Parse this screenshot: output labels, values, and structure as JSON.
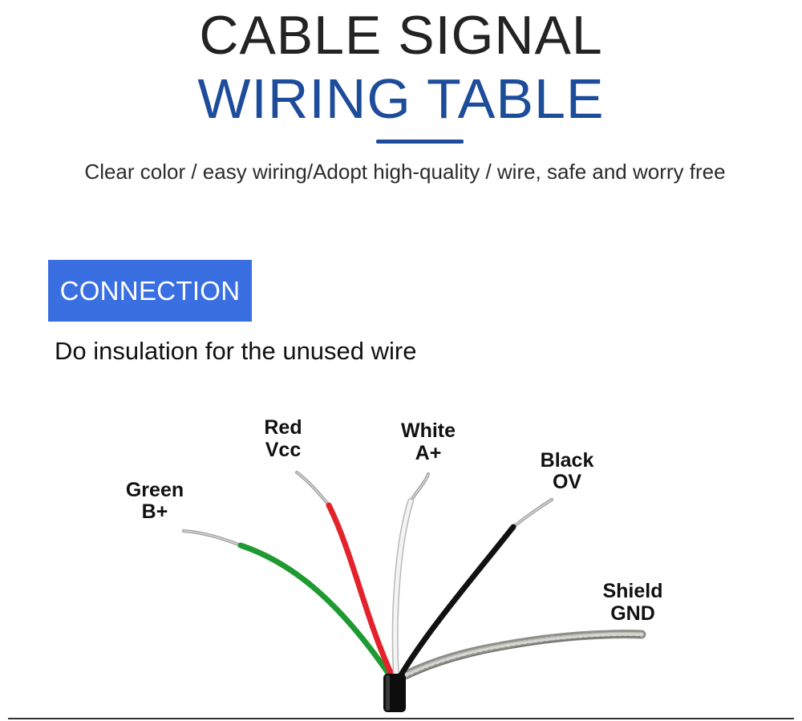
{
  "header": {
    "title_line1": "CABLE SIGNAL",
    "title_line2": "WIRING TABLE",
    "subtitle": "Clear color / easy wiring/Adopt high-quality / wire, safe and worry free"
  },
  "section": {
    "badge": "CONNECTION",
    "note": "Do insulation for the unused wire"
  },
  "colors": {
    "title_dark": "#232323",
    "title_blue": "#1d4c9b",
    "badge_blue": "#3a6fe2",
    "wire_green": "#1f9a32",
    "wire_red": "#e3232b",
    "wire_white": "#e8e8e8",
    "wire_black": "#111111",
    "shield_gray": "#9a9a96"
  },
  "wires": [
    {
      "color_name": "Green",
      "signal": "B+",
      "color": "#1f9a32"
    },
    {
      "color_name": "Red",
      "signal": "Vcc",
      "color": "#e3232b"
    },
    {
      "color_name": "White",
      "signal": "A+",
      "color": "#e8e8e8"
    },
    {
      "color_name": "Black",
      "signal": "OV",
      "color": "#111111"
    },
    {
      "color_name": "Shield",
      "signal": "GND",
      "color": "#9a9a96"
    }
  ]
}
